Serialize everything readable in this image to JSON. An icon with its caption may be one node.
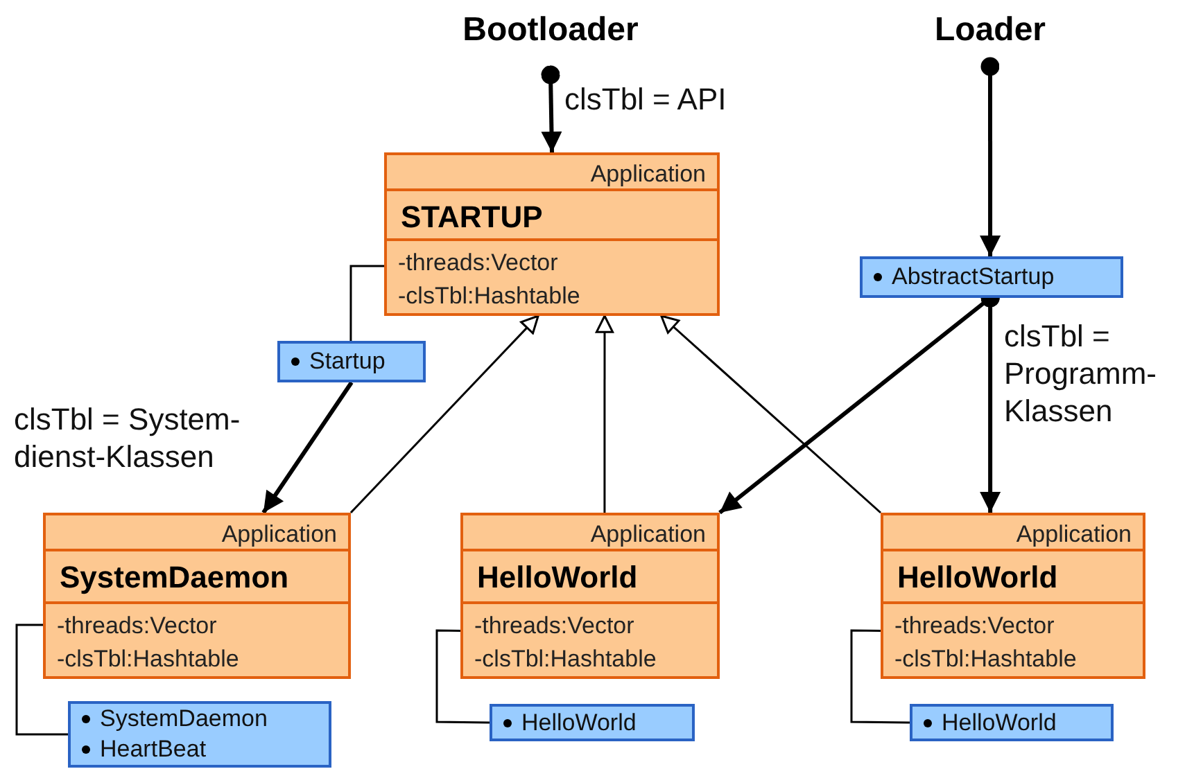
{
  "diagram": {
    "nodes": [
      {
        "text": [
          "Bootloader"
        ]
      },
      {
        "text": [
          "Loader"
        ]
      },
      {
        "text": [
          "Application",
          "STARTUP",
          "-threads:Vector",
          "-clsTbl:Hashtable"
        ]
      },
      {
        "text": [
          "AbstractStartup"
        ]
      },
      {
        "text": [
          "Startup"
        ]
      },
      {
        "text": [
          "Application",
          "SystemDaemon",
          "-threads:Vector",
          "-clsTbl:Hashtable"
        ]
      },
      {
        "text": [
          "Application",
          "HelloWorld",
          "-threads:Vector",
          "-clsTbl:Hashtable"
        ]
      },
      {
        "text": [
          "Application",
          "HelloWorld",
          "-threads:Vector",
          "-clsTbl:Hashtable"
        ]
      },
      {
        "text": [
          "SystemDaemon",
          "HeartBeat"
        ]
      },
      {
        "text": [
          "HelloWorld"
        ]
      },
      {
        "text": [
          "HelloWorld"
        ]
      }
    ],
    "edges": [
      {
        "from": 0,
        "to": 2,
        "arrow": "to",
        "label": "clsTbl = API",
        "style": "thick"
      },
      {
        "from": 1,
        "to": 3,
        "arrow": "to",
        "style": "thick"
      },
      {
        "from": 2,
        "to": 4,
        "arrow": "none"
      },
      {
        "from": 4,
        "to": 5,
        "arrow": "to",
        "label": "clsTbl = System- dienst-Klassen",
        "style": "thick"
      },
      {
        "from": 3,
        "to": 6,
        "arrow": "to",
        "style": "thick"
      },
      {
        "from": 3,
        "to": 7,
        "arrow": "to",
        "label": "clsTbl = Programm- Klassen",
        "style": "thick"
      },
      {
        "from": 5,
        "to": 2,
        "arrow": "to"
      },
      {
        "from": 6,
        "to": 2,
        "arrow": "to"
      },
      {
        "from": 7,
        "to": 2,
        "arrow": "to"
      },
      {
        "from": 5,
        "to": 8,
        "arrow": "none"
      },
      {
        "from": 6,
        "to": 9,
        "arrow": "none"
      },
      {
        "from": 7,
        "to": 10,
        "arrow": "none"
      }
    ]
  }
}
